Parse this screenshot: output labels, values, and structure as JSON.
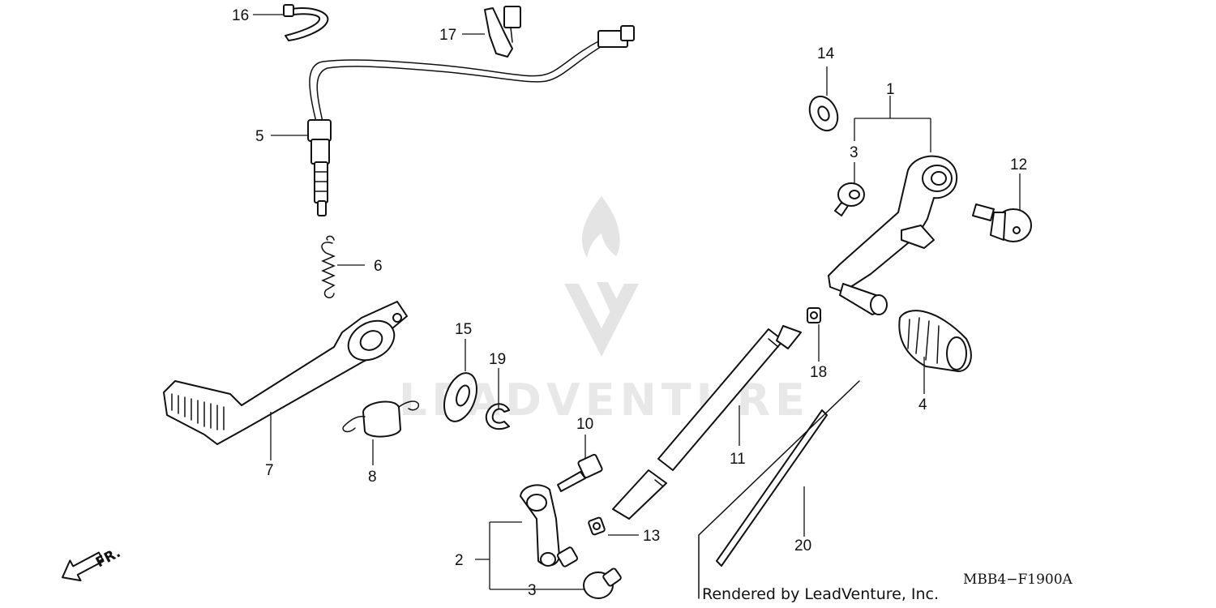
{
  "diagram": {
    "callouts": {
      "c1": "1",
      "c2": "2",
      "c3a": "3",
      "c3b": "3",
      "c4": "4",
      "c5": "5",
      "c6": "6",
      "c7": "7",
      "c8": "8",
      "c10": "10",
      "c11": "11",
      "c12": "12",
      "c13": "13",
      "c14": "14",
      "c15": "15",
      "c16": "16",
      "c17": "17",
      "c18": "18",
      "c19": "19",
      "c20": "20"
    },
    "front_indicator": "FR.",
    "diagram_code": "MBB4−F1900A",
    "credit": "Rendered by LeadVenture, Inc.",
    "watermark": "LEADVENTURE"
  },
  "colors": {
    "line": "#111111",
    "watermark": "#e4e4e4"
  },
  "icons": {
    "watermark_logo": "flame-v-logo-icon",
    "front_arrow": "front-arrow-icon"
  }
}
